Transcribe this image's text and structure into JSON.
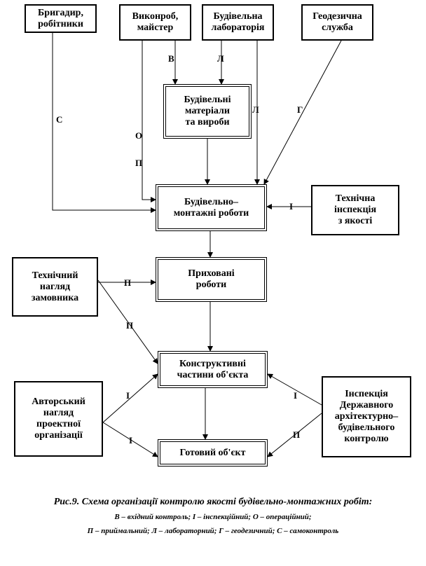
{
  "nodes": {
    "foremen": "Бригадир,\nробітники",
    "contractor": "Виконроб,\nмайстер",
    "lab": "Будівельна\nлабораторія",
    "geodesy": "Геодезична\nслужба",
    "materials": "Будівельні\nматеріали\nта вироби",
    "construction": "Будівельно–\nмонтажні роботи",
    "tech_inspection": "Технічна\nінспекція\nз  якості",
    "hidden": "Приховані\nроботи",
    "customer": "Технічний\nнагляд\nзамовника",
    "structural": "Конструктивні\nчастини об'єкта",
    "author": "Авторський\nнагляд\nпроектної\nорганізації",
    "state": "Інспекція\nДержавного\nархітектурно–\nбудівельного\nконтролю",
    "finished": "Готовий об'єкт"
  },
  "edge_labels": {
    "v": "В",
    "l1": "Л",
    "l2": "Л",
    "g": "Г",
    "s": "С",
    "o": "О",
    "p1": "П",
    "i1": "І",
    "p2": "П",
    "p3": "П",
    "i2": "І",
    "i3": "І",
    "i4": "І",
    "p4": "П"
  },
  "caption": {
    "title": "Рис.9. Схема організації контролю якості будівельно-монтажних робіт:",
    "line1": "В – вхідний контроль; І – інспекційний; О – операційний;",
    "line2": "П – приймальний;  Л – лабораторний; Г – геодезичний; С – самоконтроль"
  }
}
